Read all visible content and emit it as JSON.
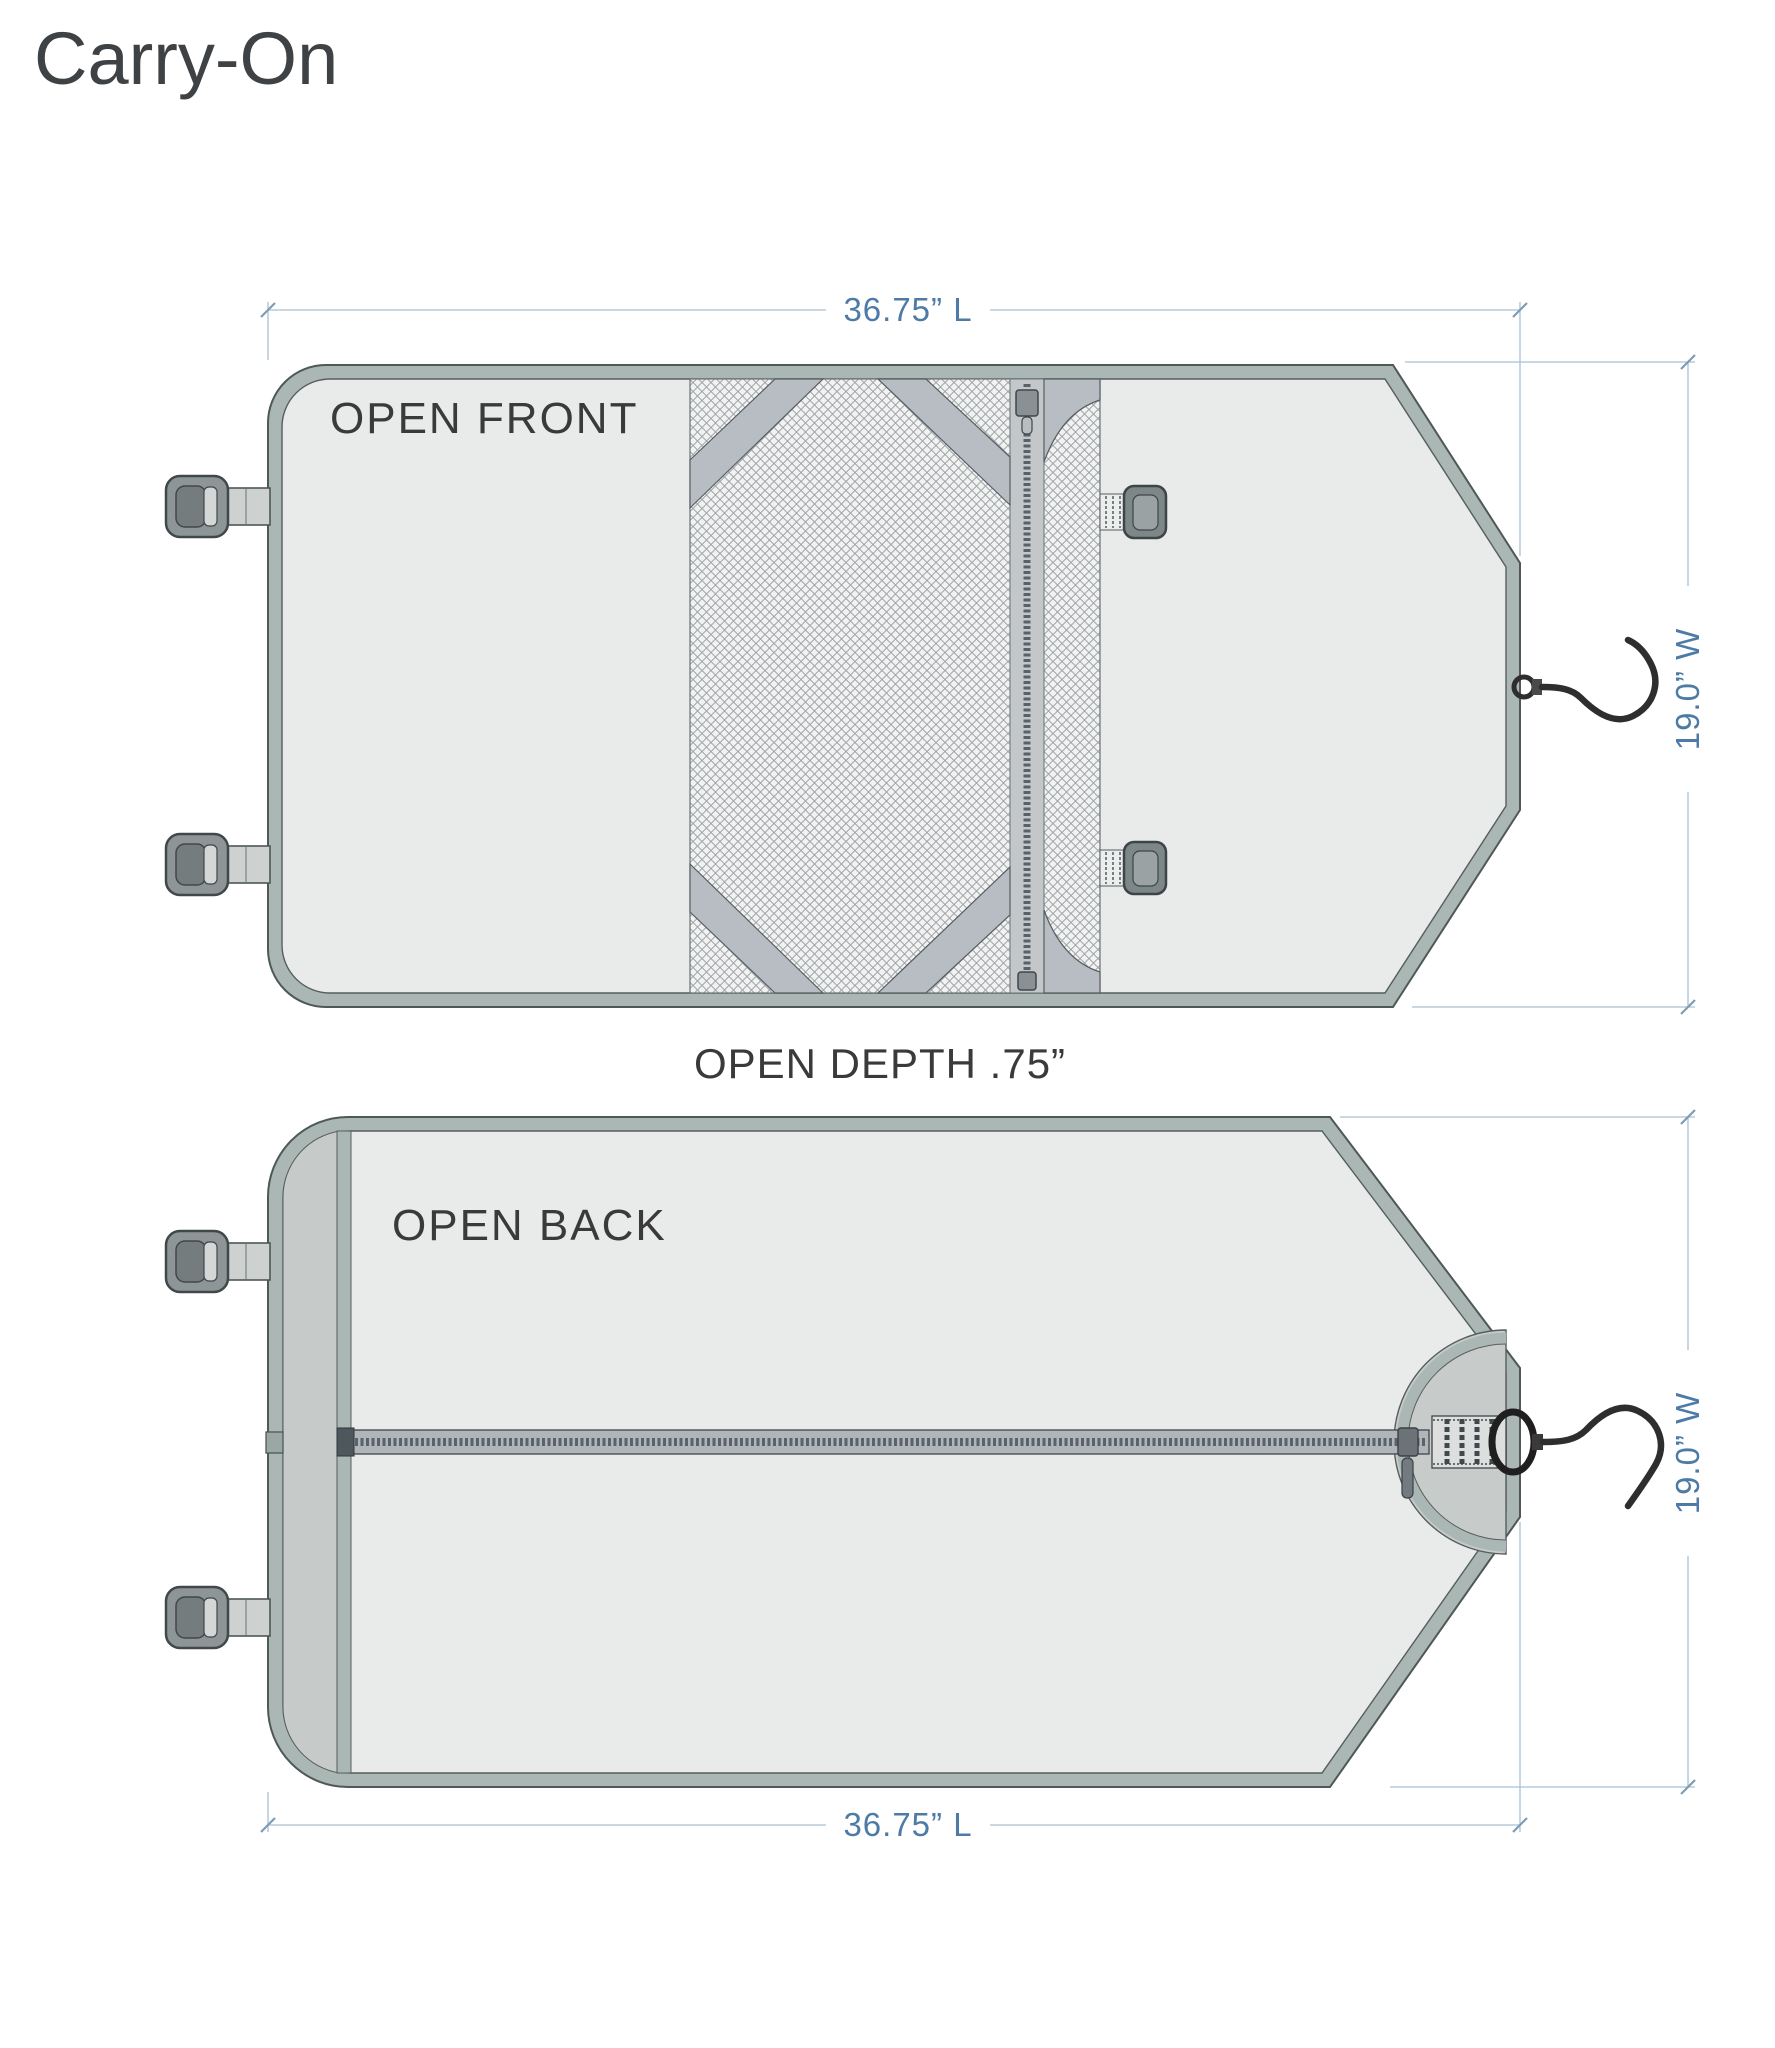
{
  "title": "Carry-On",
  "views": {
    "front": {
      "label": "OPEN FRONT"
    },
    "back": {
      "label": "OPEN BACK"
    }
  },
  "dimensions": {
    "top_length": "36.75” L",
    "bottom_length": "36.75” L",
    "front_width": "19.0” W",
    "back_width": "19.0” W",
    "open_depth": "OPEN DEPTH .75”"
  },
  "colors": {
    "background": "#ffffff",
    "title_text": "#3e4245",
    "label_text": "#3a3a3a",
    "dimension_text": "#4d7ba6",
    "dimension_line": "#aac0d2",
    "bag_border": "#aab7b5",
    "bag_fill": "#e9eaea",
    "bag_outline": "#4e5856",
    "mesh_line": "#98a0a3",
    "zipper_tape": "#b0b5ba",
    "zipper_teeth": "#5a626b",
    "side_panel": "#c6cac9",
    "buckle": "#8d9596",
    "strap": "#cdd1d0",
    "hook": "#2e2e2e"
  }
}
